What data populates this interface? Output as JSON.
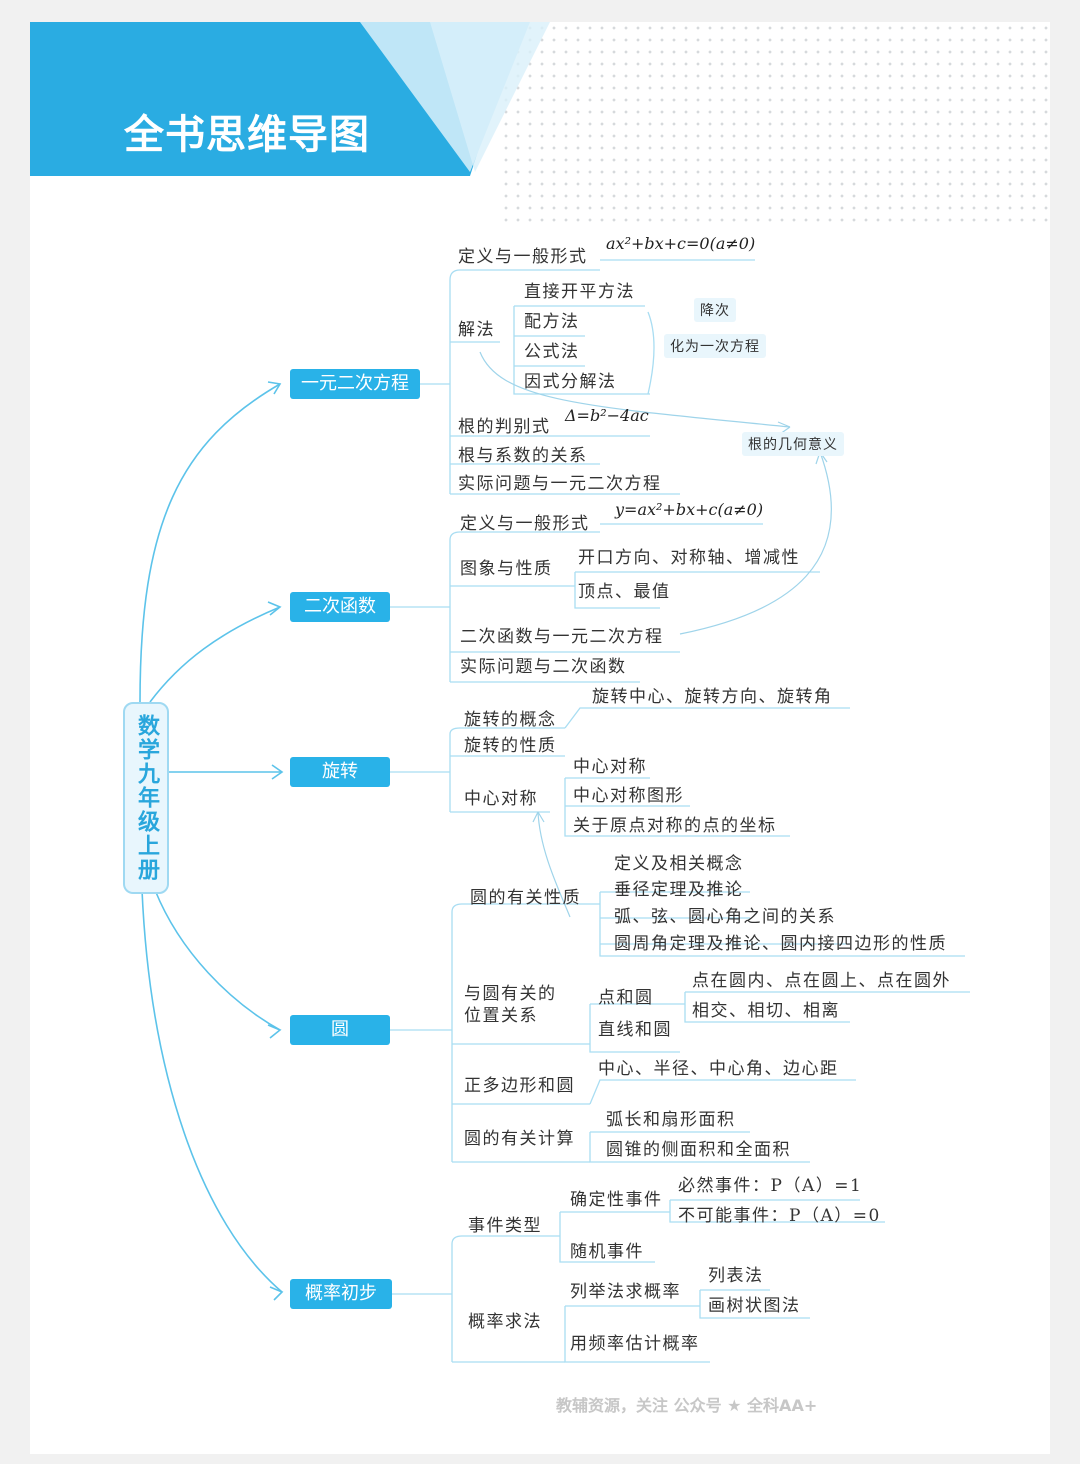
{
  "header": {
    "title": "全书思维导图"
  },
  "root": "数学九年级上册",
  "branches": {
    "quadratic_eq": "一元二次方程",
    "quadratic_fn": "二次函数",
    "rotation": "旋转",
    "circle": "圆",
    "probability": "概率初步"
  },
  "eq": {
    "def": "定义与一般形式",
    "def_formula": "ax²+bx+c=0(a≠0)",
    "solve": "解法",
    "m1": "直接开平方法",
    "m2": "配方法",
    "m3": "公式法",
    "m4": "因式分解法",
    "note1": "降次",
    "note2": "化为一次方程",
    "disc": "根的判别式",
    "disc_formula": "Δ=b²−4ac",
    "vieta": "根与系数的关系",
    "practical": "实际问题与一元二次方程",
    "geo_note": "根的几何意义"
  },
  "fn": {
    "def": "定义与一般形式",
    "def_formula": "y=ax²+bx+c(a≠0)",
    "graph": "图象与性质",
    "g1": "开口方向、对称轴、增减性",
    "g2": "顶点、最值",
    "rel": "二次函数与一元二次方程",
    "practical": "实际问题与二次函数"
  },
  "rot": {
    "concept": "旋转的概念",
    "concept_sub": "旋转中心、旋转方向、旋转角",
    "property": "旋转的性质",
    "central": "中心对称",
    "c1": "中心对称",
    "c2": "中心对称图形",
    "c3": "关于原点对称的点的坐标"
  },
  "cir": {
    "props": "圆的有关性质",
    "p1": "定义及相关概念",
    "p2": "垂径定理及推论",
    "p3": "弧、弦、圆心角之间的关系",
    "p4": "圆周角定理及推论、圆内接四边形的性质",
    "pos": "与圆有关的位置关系",
    "pos1": "与圆有关的",
    "pos2": "位置关系",
    "point": "点和圆",
    "point_sub": "点在圆内、点在圆上、点在圆外",
    "line": "直线和圆",
    "line_sub": "相交、相切、相离",
    "poly": "正多边形和圆",
    "poly_sub": "中心、半径、中心角、边心距",
    "calc": "圆的有关计算",
    "calc1": "弧长和扇形面积",
    "calc2": "圆锥的侧面积和全面积"
  },
  "prob": {
    "types": "事件类型",
    "certain": "确定性事件",
    "certain1": "必然事件：P（A）=1",
    "certain2": "不可能事件：P（A）=0",
    "random": "随机事件",
    "methods": "概率求法",
    "enum": "列举法求概率",
    "enum1": "列表法",
    "enum2": "画树状图法",
    "freq": "用频率估计概率"
  },
  "watermark": "教辅资源，关注 公众号 ★ 全科AA+",
  "colors": {
    "accent": "#29b2e8",
    "line": "#5cc3ea",
    "header": "#2aace2"
  }
}
